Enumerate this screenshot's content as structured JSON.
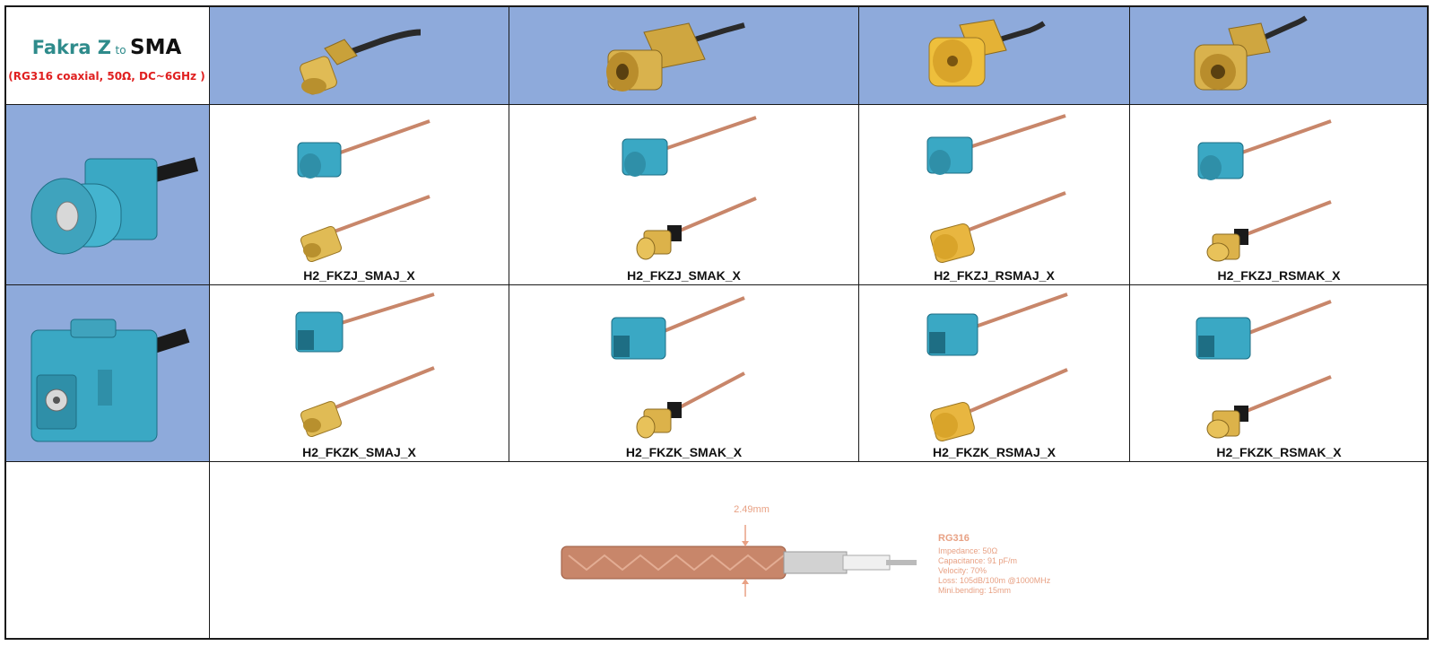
{
  "title": {
    "fakra": "Fakra Z",
    "to": "to",
    "sma": "SMA"
  },
  "subtitle": "(RG316 coaxial, 50Ω, DC~6GHz )",
  "row1_labels": [
    "H2_FKZJ_SMAJ_X",
    "H2_FKZJ_SMAK_X",
    "H2_FKZJ_RSMAJ_X",
    "H2_FKZJ_RSMAK_X"
  ],
  "row2_labels": [
    "H2_FKZK_SMAJ_X",
    "H2_FKZK_SMAK_X",
    "H2_FKZK_RSMAJ_X",
    "H2_FKZK_RSMAK_X"
  ],
  "cable": {
    "diameter": "2.49mm",
    "name": "RG316",
    "specs": [
      "Impedance: 50Ω",
      "Capacitance: 91 pF/m",
      "Velocity: 70%",
      "Loss: 105dB/100m @1000MHz",
      "Mini.bending: 15mm"
    ]
  },
  "colors": {
    "header_blue": "#8eaadb",
    "fakra_teal": "#3aa8c4",
    "subtitle_red": "#e02020",
    "brass": "#d4a93a",
    "cable_copper": "#c8866a"
  }
}
